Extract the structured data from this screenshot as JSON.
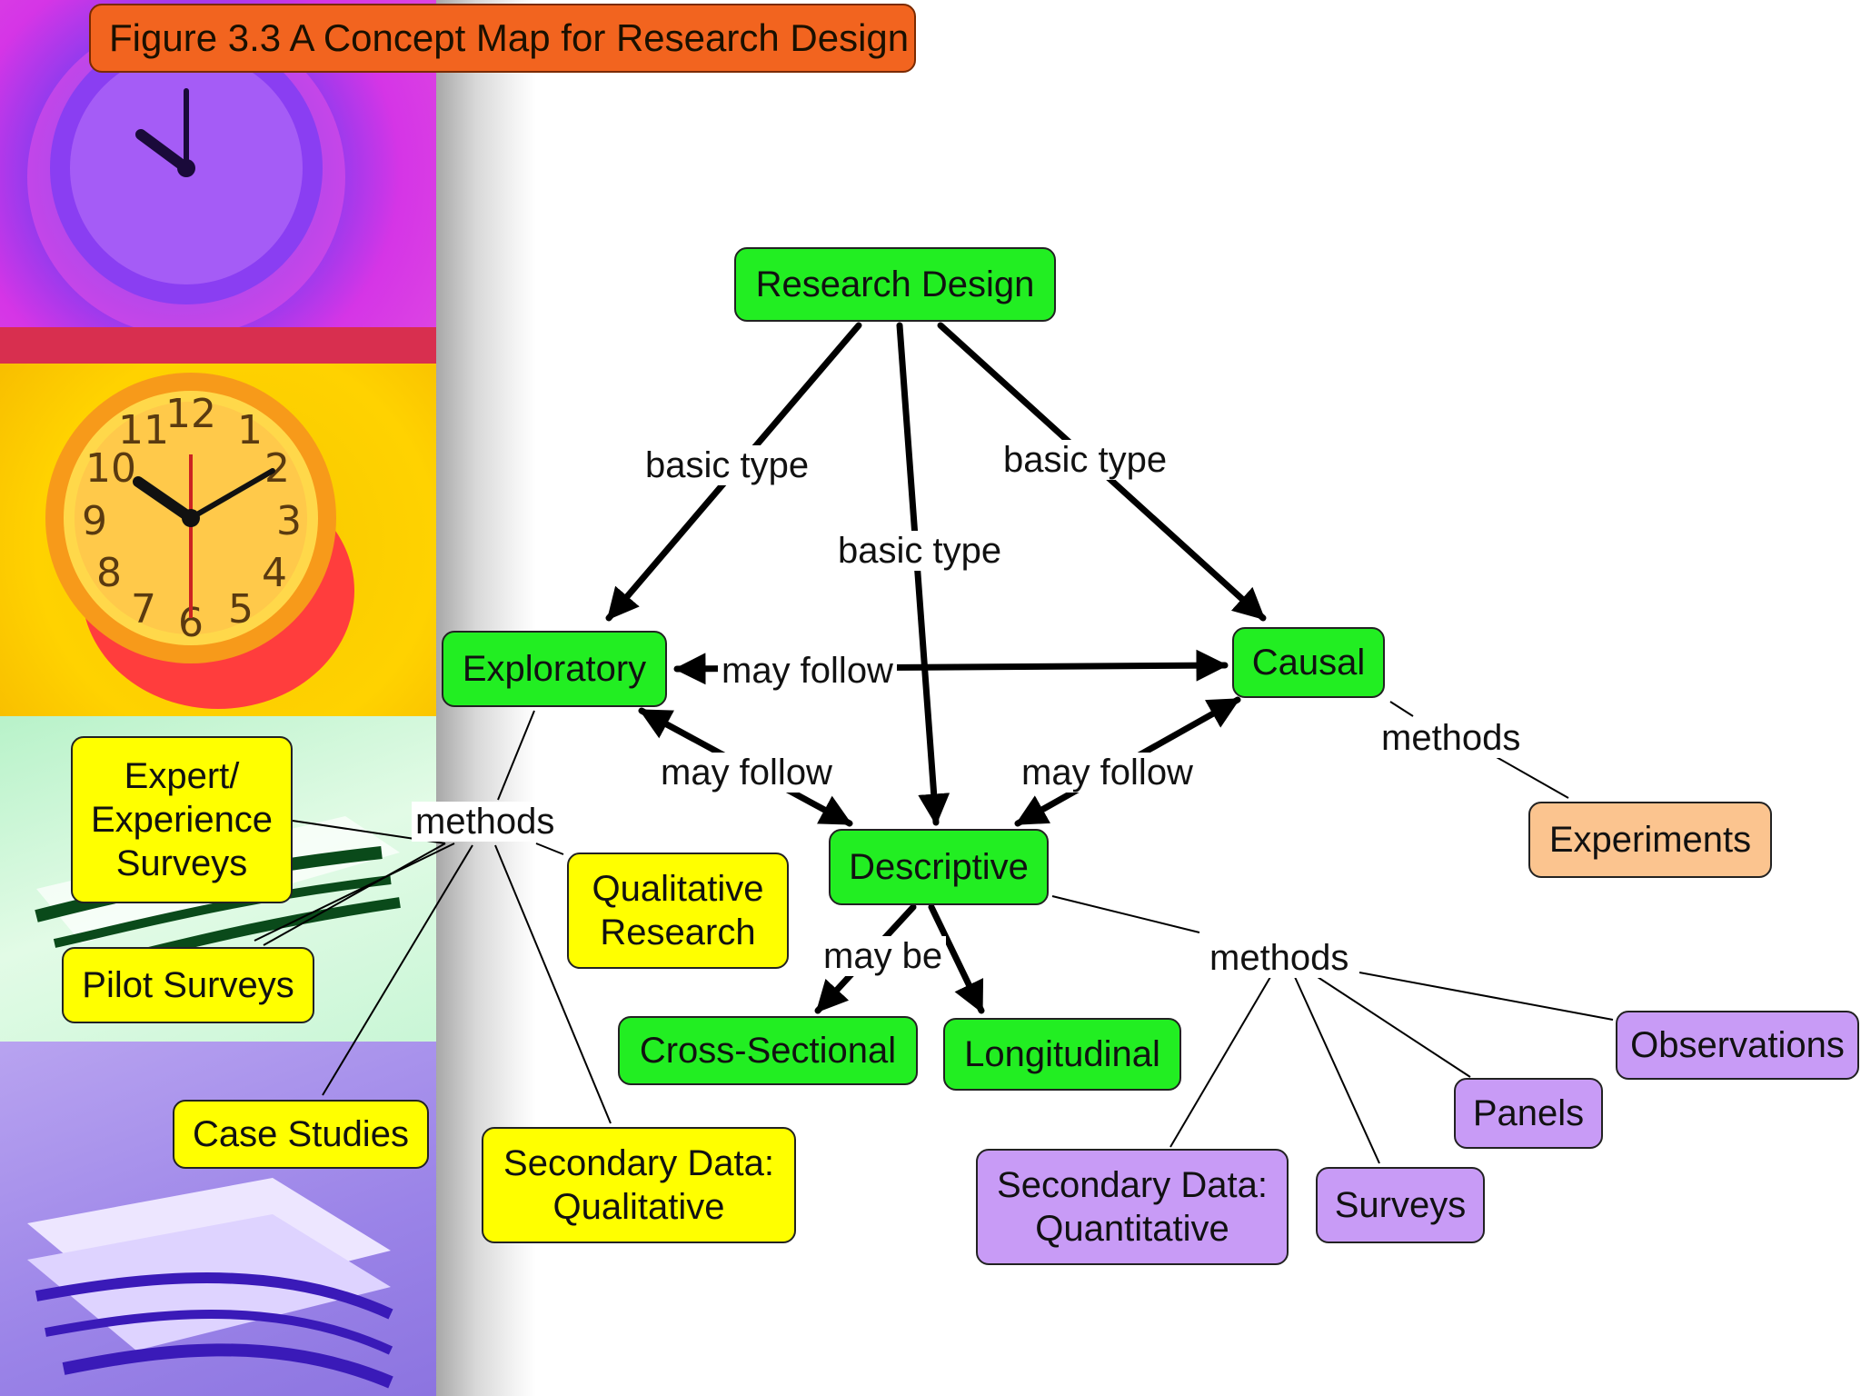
{
  "figure_title": "Figure 3.3  A Concept Map for Research Design",
  "nodes": {
    "research_design": "Research Design",
    "exploratory": "Exploratory",
    "causal": "Causal",
    "descriptive": "Descriptive",
    "cross_sectional": "Cross-Sectional",
    "longitudinal": "Longitudinal",
    "experiments": "Experiments",
    "expert_surveys": "Expert/\nExperience\nSurveys",
    "pilot_surveys": "Pilot Surveys",
    "case_studies": "Case Studies",
    "qualitative_research": "Qualitative\nResearch",
    "secondary_qualitative": "Secondary Data:\nQualitative",
    "secondary_quantitative": "Secondary Data:\nQuantitative",
    "surveys": "Surveys",
    "panels": "Panels",
    "observations": "Observations"
  },
  "edge_labels": {
    "basic_type_exploratory": "basic  type",
    "basic_type_descriptive": "basic type",
    "basic_type_causal": "basic type",
    "may_follow_top": "may follow",
    "may_follow_left": "may follow",
    "may_follow_right": "may follow",
    "methods_exploratory": "methods",
    "methods_causal": "methods",
    "methods_descriptive": "methods",
    "may_be": "may be"
  },
  "colors": {
    "title_bg": "#f2641f",
    "node_green": "#22ee22",
    "node_yellow": "#ffff00",
    "node_purple": "#c89bf6",
    "node_peach": "#fbc48f"
  }
}
